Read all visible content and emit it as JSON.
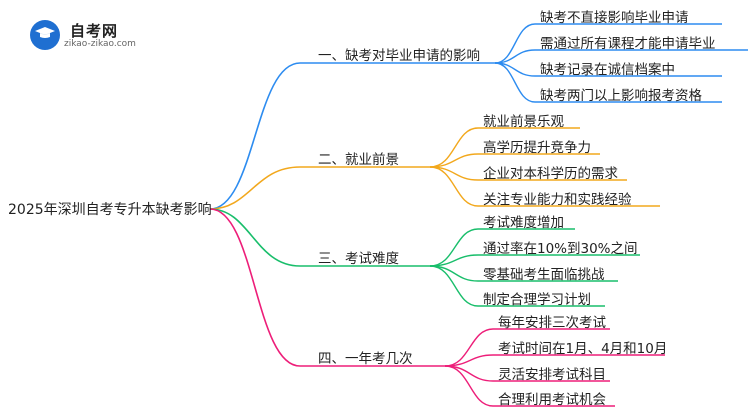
{
  "logo": {
    "title": "自考网",
    "url": "zikao-zikao.com"
  },
  "root": "2025年深圳自考专升本缺考影响",
  "colors": {
    "branch1": "#2d8cf0",
    "branch2": "#f2a81d",
    "branch3": "#19be6b",
    "branch4": "#ed1e79"
  },
  "branches": [
    {
      "label": "一、缺考对毕业申请的影响",
      "children": [
        "缺考不直接影响毕业申请",
        "需通过所有课程才能申请毕业",
        "缺考记录在诚信档案中",
        "缺考两门以上影响报考资格"
      ]
    },
    {
      "label": "二、就业前景",
      "children": [
        "就业前景乐观",
        "高学历提升竞争力",
        "企业对本科学历的需求",
        "关注专业能力和实践经验"
      ]
    },
    {
      "label": "三、考试难度",
      "children": [
        "考试难度增加",
        "通过率在10%到30%之间",
        "零基础考生面临挑战",
        "制定合理学习计划"
      ]
    },
    {
      "label": "四、一年考几次",
      "children": [
        "每年安排三次考试",
        "考试时间在1月、4月和10月",
        "灵活安排考试科目",
        "合理利用考试机会"
      ]
    }
  ]
}
